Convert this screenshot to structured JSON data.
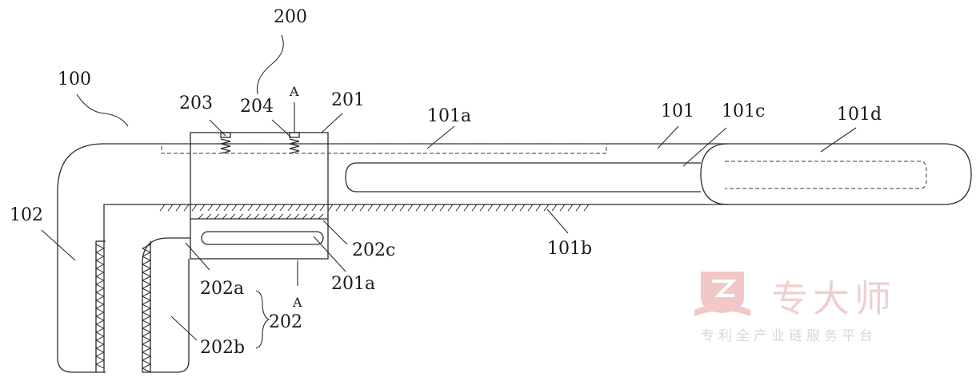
{
  "labels": {
    "l100": "100",
    "l200": "200",
    "l203": "203",
    "l204": "204",
    "lA_top": "A",
    "l201": "201",
    "l101a": "101a",
    "l101": "101",
    "l101c": "101c",
    "l101d": "101d",
    "l102": "102",
    "l202c": "202c",
    "l101b": "101b",
    "l201a": "201a",
    "l202a": "202a",
    "lA_bottom": "A",
    "l202": "202",
    "l202b": "202b"
  },
  "watermark": {
    "name": "专大师",
    "tagline": "专利全产业链服务平台",
    "color": "#e89a9a"
  }
}
